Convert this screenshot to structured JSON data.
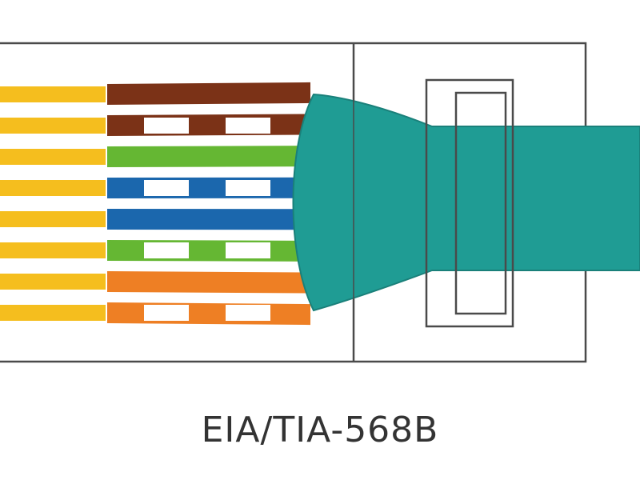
{
  "standard_label": "EIA/TIA-568B",
  "colors": {
    "housing_outline": "#4a4a4a",
    "housing_fill": "#ffffff",
    "cable_jacket": "#1f9c94",
    "cable_jacket_edge": "#1a807a",
    "contact_gold": "#f5be1e",
    "stripe_white": "#ffffff"
  },
  "wires": [
    {
      "pin": 1,
      "name": "white-orange",
      "color": "#ee7f24",
      "striped": true
    },
    {
      "pin": 2,
      "name": "orange",
      "color": "#ee7f24",
      "striped": false
    },
    {
      "pin": 3,
      "name": "white-green",
      "color": "#65b733",
      "striped": true
    },
    {
      "pin": 4,
      "name": "blue",
      "color": "#1b67ad",
      "striped": false
    },
    {
      "pin": 5,
      "name": "white-blue",
      "color": "#1b67ad",
      "striped": true
    },
    {
      "pin": 6,
      "name": "green",
      "color": "#65b733",
      "striped": false
    },
    {
      "pin": 7,
      "name": "white-brown",
      "color": "#7b3217",
      "striped": true
    },
    {
      "pin": 8,
      "name": "brown",
      "color": "#7b3217",
      "striped": false
    }
  ]
}
